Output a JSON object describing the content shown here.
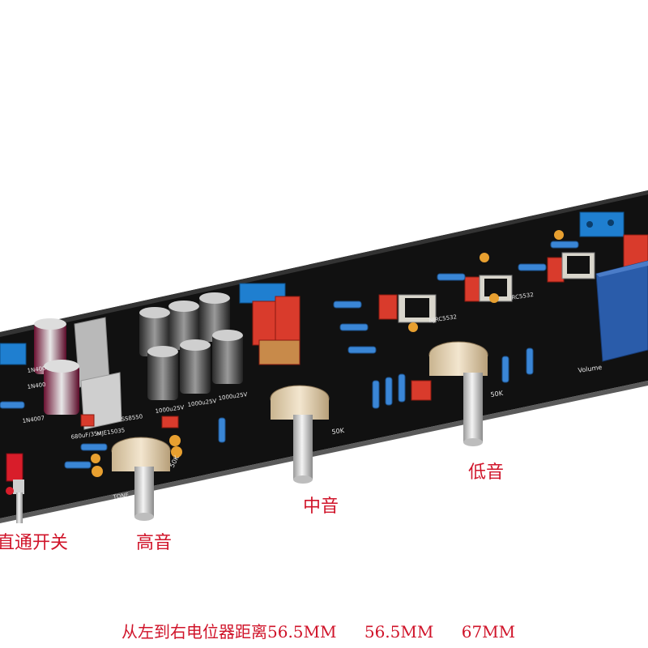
{
  "board": {
    "pcb_color": "#111111",
    "silkscreen_color": "#e8e8e8",
    "markings": {
      "capacitor_large": "680uF/35v",
      "transistor_a": "MJE15035",
      "transistor_b": "SS8550",
      "cap_1": "1000u25V",
      "cap_2": "1000u25V",
      "cap_3": "1000u25V",
      "diode_1": "1N400",
      "diode_2": "1N400",
      "diode_3": "1N4007",
      "opamp_1": "NJRC5532",
      "opamp_2": "JRC5532",
      "pot_50k_1": "50K",
      "pot_50k_2": "50K",
      "pot_50k_3": "50K",
      "tone": "TONE",
      "volume": "Volume"
    }
  },
  "labels": {
    "bypass_switch": "直通开关",
    "treble": "高音",
    "mid": "中音",
    "bass": "低音"
  },
  "caption": {
    "prefix": "从左到右电位器距离56.5MM",
    "second": "56.5MM",
    "third": "67MM"
  },
  "colors": {
    "label_red": "#d0142a"
  }
}
